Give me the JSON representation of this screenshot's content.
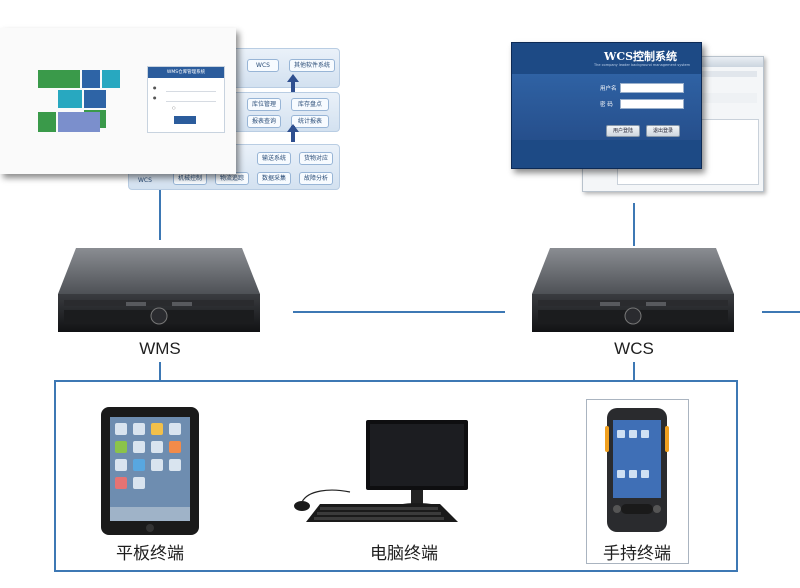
{
  "wms_panel": {
    "arch_side_label": "WCS",
    "arch_rows": [
      {
        "boxes": [
          "WCS",
          "其他软件系统"
        ]
      },
      {
        "boxes": [
          "库位管理",
          "库存盘点",
          "报表查询",
          "统计报表"
        ]
      },
      {
        "boxes": [
          "输送系统",
          "货物对应",
          "机械控制",
          "物流追踪",
          "数据采集",
          "故障分析"
        ]
      }
    ],
    "login_title": "WMS仓库管理系统"
  },
  "wcs_window": {
    "title": "WCS控制系统",
    "subtitle": "The company leader background management system",
    "username_label": "用户名",
    "password_label": "密 码",
    "login_button": "用户登陆",
    "exit_button": "退出登录"
  },
  "servers": {
    "wms_label": "WMS",
    "wcs_label": "WCS"
  },
  "terminals": {
    "tablet_label": "平板终端",
    "computer_label": "电脑终端",
    "handheld_label": "手持终端"
  },
  "colors": {
    "connector": "#3d78b4",
    "wcs_window": "#1d4a85",
    "arch_arrow": "#2f4f8f"
  }
}
